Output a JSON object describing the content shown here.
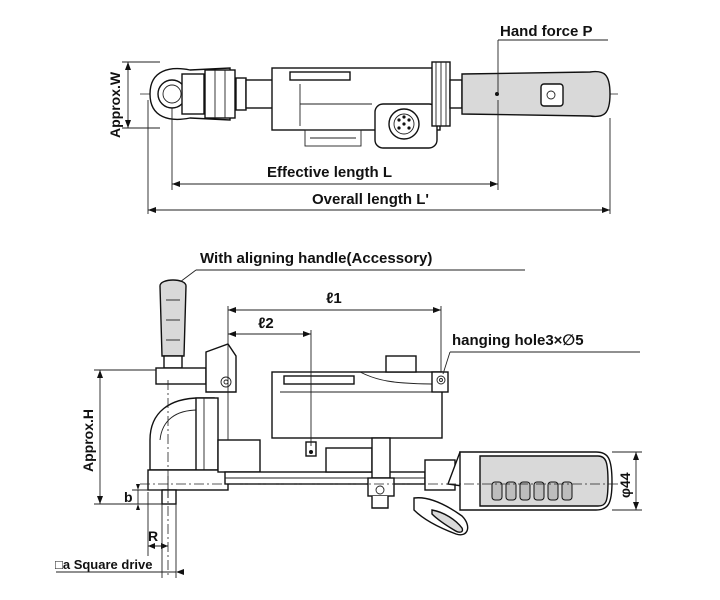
{
  "top_view": {
    "hand_force_label": "Hand force P",
    "width_label": "Approx.W",
    "effective_length_label": "Effective length L",
    "overall_length_label": "Overall length L'"
  },
  "side_view": {
    "aligning_handle_label": "With aligning handle(Accessory)",
    "l1_label": "ℓ1",
    "l2_label": "ℓ2",
    "hanging_hole_label": "hanging hole3×∅5",
    "height_label": "Approx.H",
    "b_label": "b",
    "r_label": "R",
    "diameter_label": "φ44",
    "square_drive_label": "□a Square drive"
  }
}
